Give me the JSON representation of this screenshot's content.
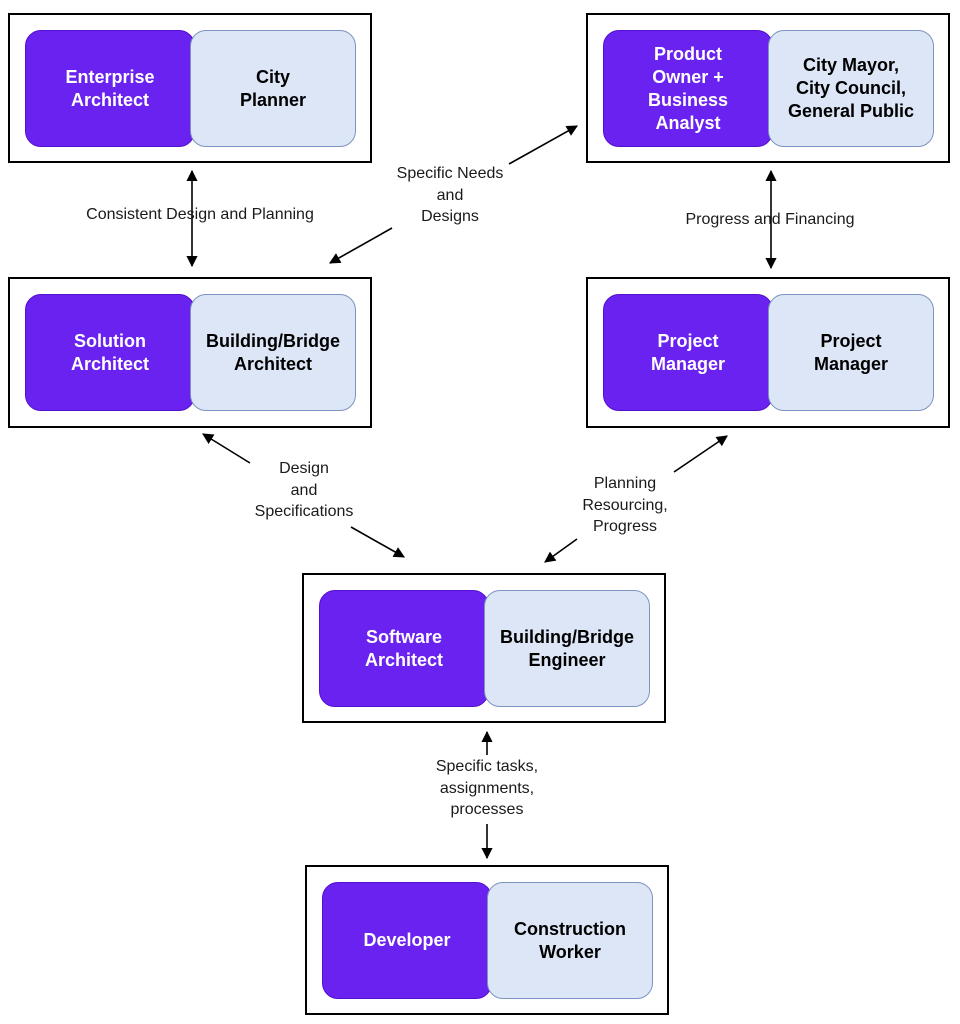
{
  "boxes": {
    "enterprise": {
      "tech": [
        "Enterprise",
        "Architect"
      ],
      "city": [
        "City",
        "Planner"
      ]
    },
    "product": {
      "tech": [
        "Product",
        "Owner +",
        "Business",
        "Analyst"
      ],
      "city": [
        "City Mayor,",
        "City Council,",
        "General Public"
      ]
    },
    "solution": {
      "tech": [
        "Solution",
        "Architect"
      ],
      "city": [
        "Building/Bridge",
        "Architect"
      ]
    },
    "project": {
      "tech": [
        "Project",
        "Manager"
      ],
      "city": [
        "Project",
        "Manager"
      ]
    },
    "software": {
      "tech": [
        "Software",
        "Architect"
      ],
      "city": [
        "Building/Bridge",
        "Engineer"
      ]
    },
    "developer": {
      "tech": [
        "Developer"
      ],
      "city": [
        "Construction",
        "Worker"
      ]
    }
  },
  "edges": {
    "consistent": [
      "Consistent Design and Planning"
    ],
    "specific_needs": [
      "Specific Needs",
      "and",
      "Designs"
    ],
    "progress_financing": [
      "Progress and Financing"
    ],
    "design_specs": [
      "Design",
      "and",
      "Specifications"
    ],
    "planning": [
      "Planning",
      "Resourcing,",
      "Progress"
    ],
    "tasks": [
      "Specific tasks,",
      "assignments,",
      "processes"
    ]
  },
  "colors": {
    "tech_fill": "#6a22f0",
    "city_fill": "#dde6f6",
    "arrow": "#000000"
  }
}
